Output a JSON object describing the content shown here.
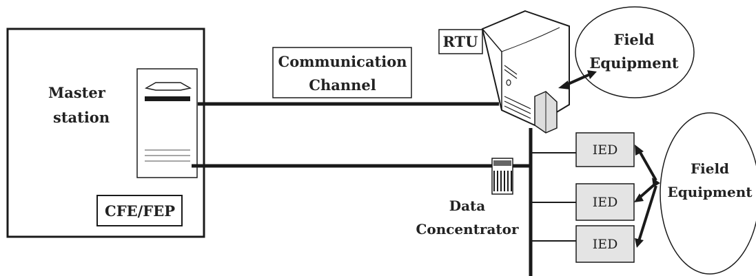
{
  "labels": {
    "master_line1": "Master",
    "master_line2": "station",
    "cfe": "CFE/FEP",
    "comm_line1": "Communication",
    "comm_line2": "Channel",
    "rtu": "RTU",
    "field_top_line1": "Field",
    "field_top_line2": "Equipment",
    "field_right_line1": "Field",
    "field_right_line2": "Equipment",
    "dc_line1": "Data",
    "dc_line2": "Concentrator",
    "ied1": "IED",
    "ied2": "IED",
    "ied3": "IED"
  },
  "colors": {
    "line": "#1a1a1a",
    "ied_fill": "#e4e4e4",
    "device_fill": "#ffffff"
  }
}
